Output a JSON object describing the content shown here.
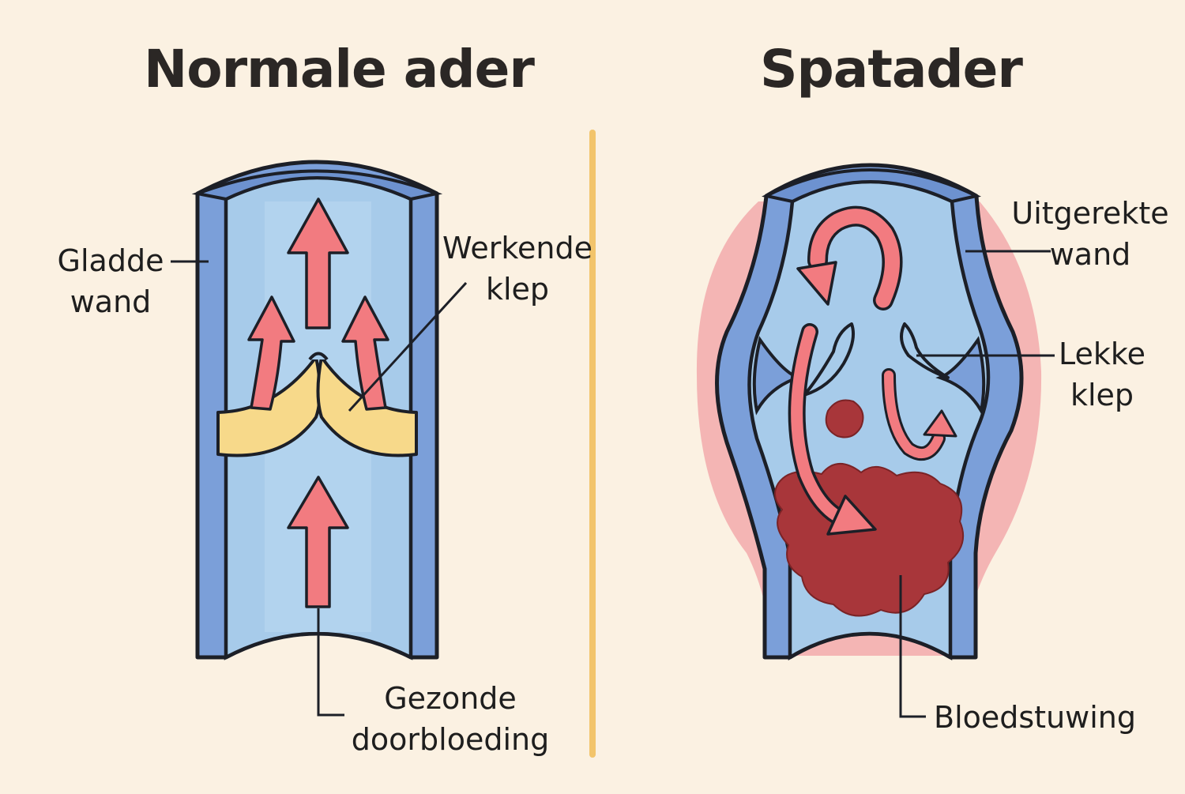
{
  "left_panel": {
    "title": "Normale ader",
    "labels": {
      "smooth_wall": [
        "Gladde",
        "wand"
      ],
      "working_valve": [
        "Werkende",
        "klep"
      ],
      "healthy_circulation": [
        "Gezonde",
        "doorbloeding"
      ]
    }
  },
  "right_panel": {
    "title": "Spatader",
    "labels": {
      "stretched_wall": [
        "Uitgerekte",
        "wand"
      ],
      "leaky_valve": [
        "Lekke",
        "klep"
      ],
      "blood_pooling": [
        "Bloedstuwing"
      ]
    }
  },
  "colors": {
    "background": "#fbf1e2",
    "vein_wall": "#7b9fd9",
    "vein_lumen": "#a7cbea",
    "valve": "#f7d98a",
    "flow_arrow": "#f27b80",
    "blood_clot": "#a8363a",
    "inflammation": "#f1a0a4",
    "divider": "#f2c46b",
    "outline": "#1c1f27"
  }
}
